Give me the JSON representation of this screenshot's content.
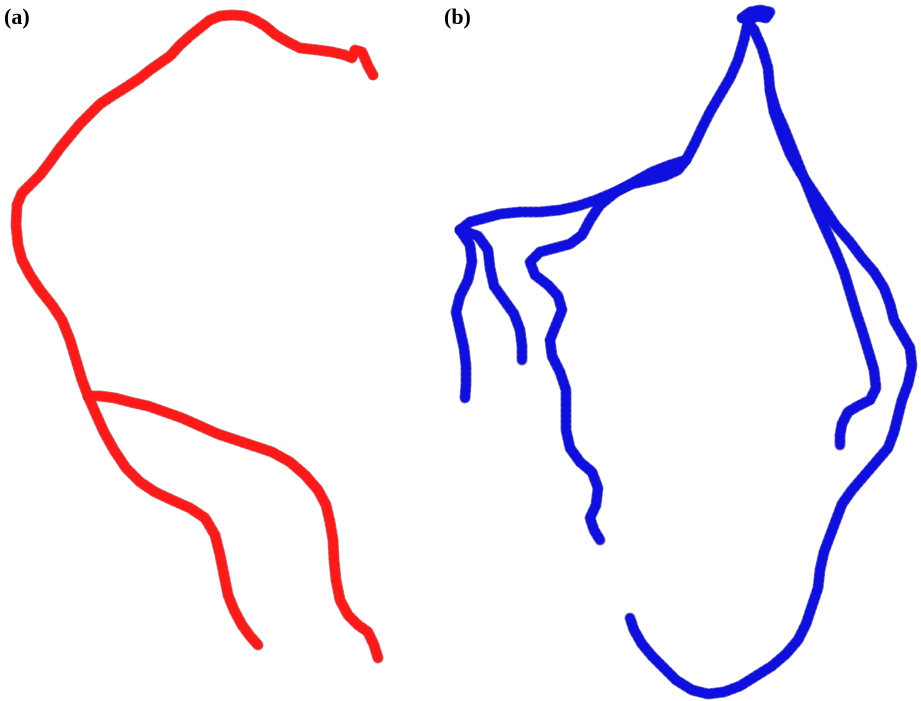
{
  "panels": [
    {
      "label": "(a)",
      "color": "#ff1a1a",
      "shadow_color": "#9a0000",
      "description_strands": 3
    },
    {
      "label": "(b)",
      "color": "#1010e0",
      "shadow_color": "#00008a",
      "description_strands": 6
    }
  ]
}
